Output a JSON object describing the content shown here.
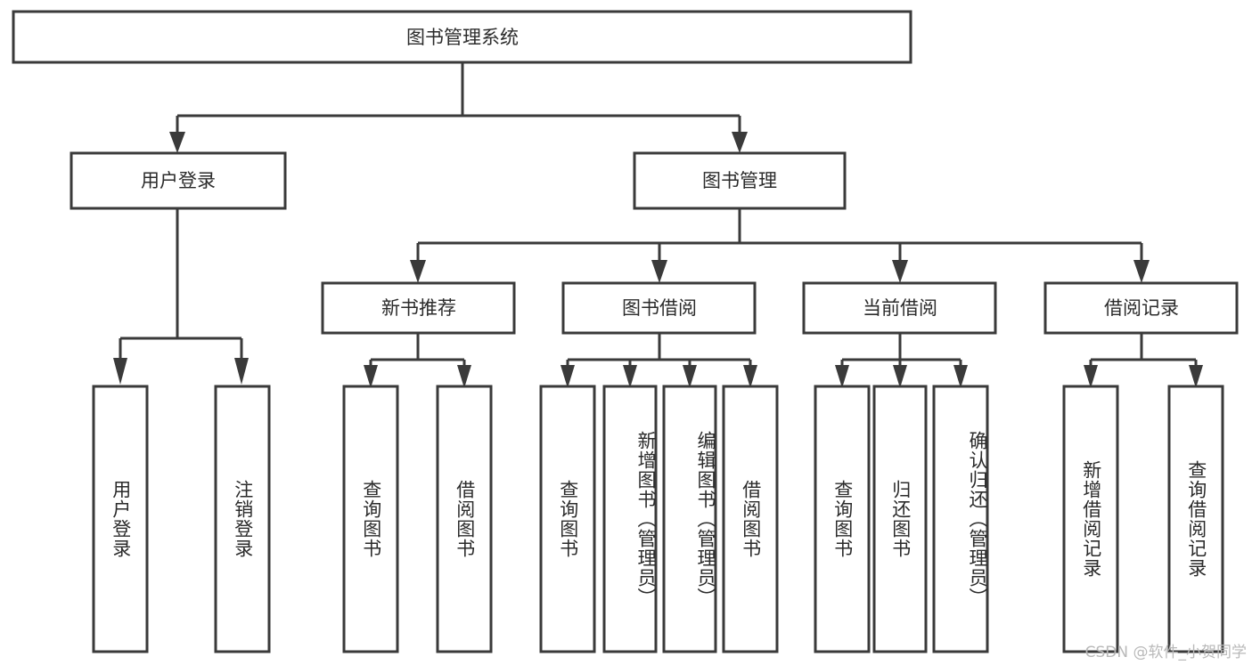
{
  "diagram": {
    "title": "图书管理系统",
    "type": "tree",
    "watermark": "CSDN @软件_小贺同学",
    "colors": {
      "box_fill": "#ffffff",
      "box_stroke": "#3a3a3a",
      "text": "#2b2b2b",
      "watermark": "#b9b9b9",
      "background": "#ffffff"
    },
    "nodes": {
      "root": {
        "label": "图书管理系统",
        "level": 0,
        "orientation": "horizontal"
      },
      "l1": [
        {
          "id": "user-login",
          "label": "用户登录",
          "orientation": "horizontal"
        },
        {
          "id": "book-management",
          "label": "图书管理",
          "orientation": "horizontal"
        }
      ],
      "l2": [
        {
          "id": "new-book-recommend",
          "label": "新书推荐",
          "parent": "book-management",
          "orientation": "horizontal"
        },
        {
          "id": "book-borrow",
          "label": "图书借阅",
          "parent": "book-management",
          "orientation": "horizontal"
        },
        {
          "id": "current-borrow",
          "label": "当前借阅",
          "parent": "book-management",
          "orientation": "horizontal"
        },
        {
          "id": "borrow-record",
          "label": "借阅记录",
          "parent": "book-management",
          "orientation": "horizontal"
        }
      ],
      "leaves": [
        {
          "id": "leaf-user-login",
          "label": "用户登录",
          "parent": "user-login",
          "orientation": "vertical"
        },
        {
          "id": "leaf-logout-login",
          "label": "注销登录",
          "parent": "user-login",
          "orientation": "vertical"
        },
        {
          "id": "leaf-query-book-1",
          "label": "查询图书",
          "parent": "new-book-recommend",
          "orientation": "vertical"
        },
        {
          "id": "leaf-borrow-book-1",
          "label": "借阅图书",
          "parent": "new-book-recommend",
          "orientation": "vertical"
        },
        {
          "id": "leaf-query-book-2",
          "label": "查询图书",
          "parent": "book-borrow",
          "orientation": "vertical"
        },
        {
          "id": "leaf-add-book",
          "label": "新增图书（管理员）",
          "parent": "book-borrow",
          "orientation": "vertical"
        },
        {
          "id": "leaf-edit-book",
          "label": "编辑图书（管理员）",
          "parent": "book-borrow",
          "orientation": "vertical"
        },
        {
          "id": "leaf-borrow-book-2",
          "label": "借阅图书",
          "parent": "book-borrow",
          "orientation": "vertical"
        },
        {
          "id": "leaf-query-book-3",
          "label": "查询图书",
          "parent": "current-borrow",
          "orientation": "vertical"
        },
        {
          "id": "leaf-return-book",
          "label": "归还图书",
          "parent": "current-borrow",
          "orientation": "vertical"
        },
        {
          "id": "leaf-confirm-return",
          "label": "确认归还（管理员）",
          "parent": "current-borrow",
          "orientation": "vertical"
        },
        {
          "id": "leaf-add-record",
          "label": "新增借阅记录",
          "parent": "borrow-record",
          "orientation": "vertical"
        },
        {
          "id": "leaf-query-record",
          "label": "查询借阅记录",
          "parent": "borrow-record",
          "orientation": "vertical"
        }
      ]
    }
  }
}
